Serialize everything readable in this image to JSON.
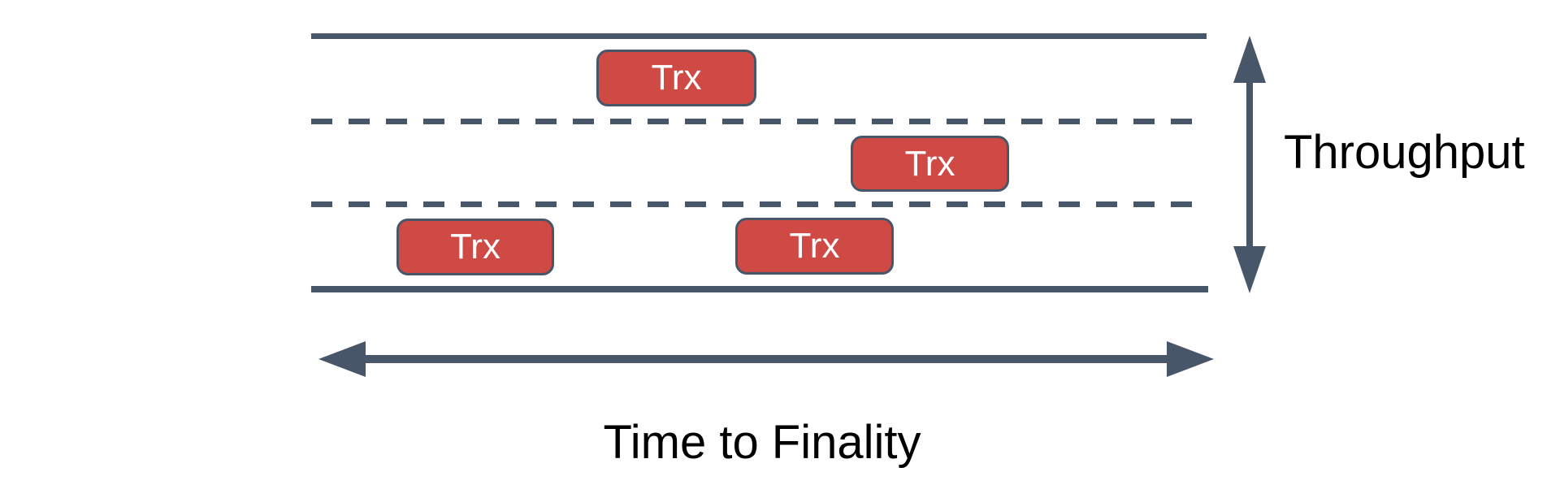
{
  "colors": {
    "background": "#ffffff",
    "line": "#475669",
    "box_fill": "#cf4a44",
    "box_border": "#475669",
    "box_text": "#ffffff",
    "label_text": "#000000"
  },
  "boxes": [
    {
      "label": "Trx",
      "lane": "top"
    },
    {
      "label": "Trx",
      "lane": "middle"
    },
    {
      "label": "Trx",
      "lane": "bottom"
    },
    {
      "label": "Trx",
      "lane": "bottom"
    }
  ],
  "labels": {
    "vertical_axis": "Throughput",
    "horizontal_axis": "Time to Finality"
  }
}
